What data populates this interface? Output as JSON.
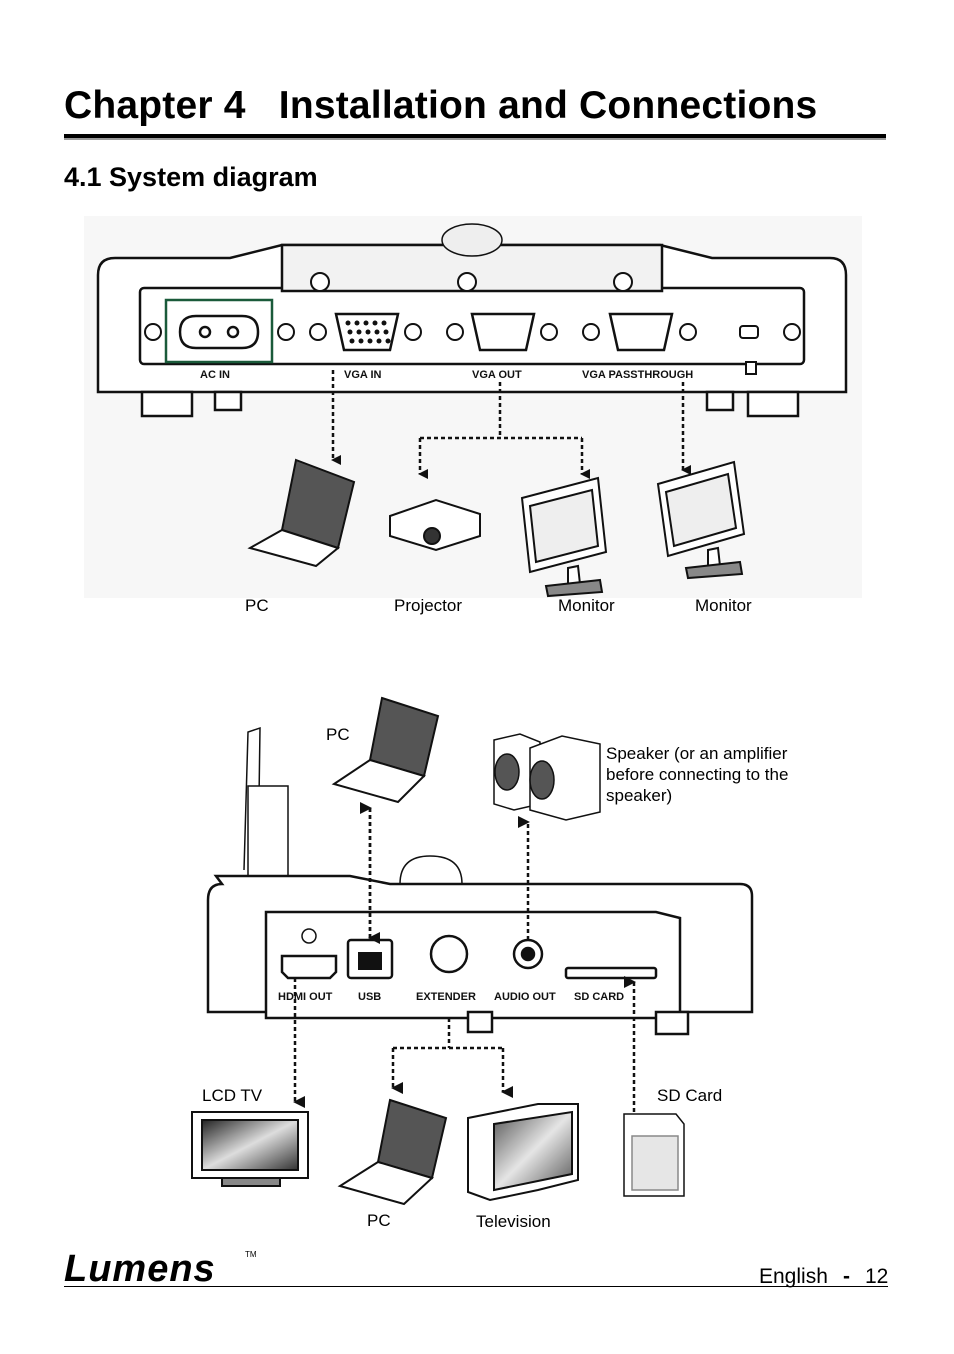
{
  "chapter": {
    "title": "Chapter 4   Installation and Connections"
  },
  "section": {
    "title": "4.1 System diagram"
  },
  "diagram1": {
    "ports": [
      "AC IN",
      "VGA IN",
      "VGA OUT",
      "VGA PASSTHROUGH"
    ],
    "devices": [
      "PC",
      "Projector",
      "Monitor",
      "Monitor"
    ]
  },
  "diagram2": {
    "ports": [
      "HDMI OUT",
      "USB",
      "EXTENDER",
      "AUDIO OUT",
      "SD CARD"
    ],
    "devices": {
      "pc_top": "PC",
      "speaker": "Speaker (or an amplifier before connecting to the speaker)",
      "lcd_tv": "LCD TV",
      "sd_card": "SD Card",
      "pc_bottom": "PC",
      "television": "Television"
    }
  },
  "footer": {
    "brand": "Lumens",
    "trademark": "TM",
    "language": "English",
    "separator": "-",
    "page": "12"
  }
}
